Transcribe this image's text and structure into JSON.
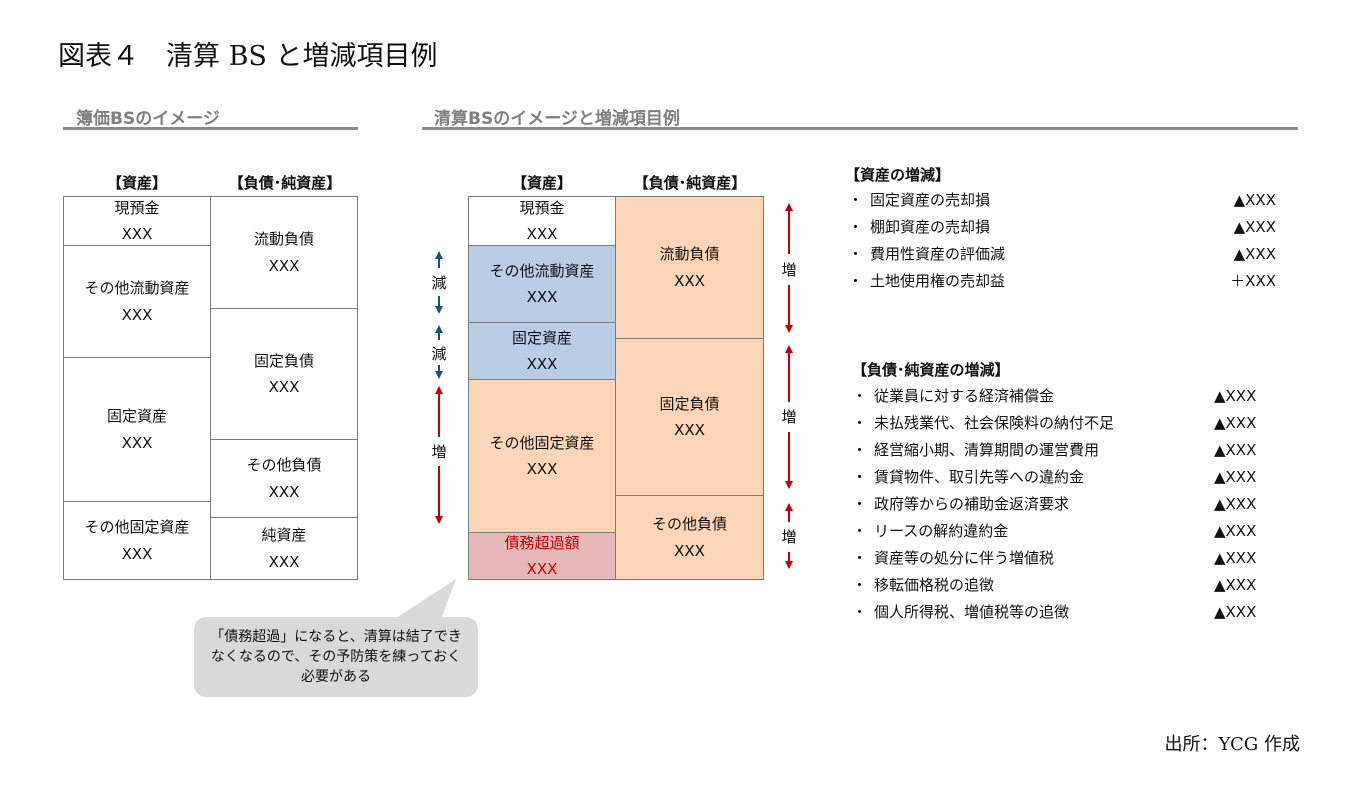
{
  "title": "図表４　清算 BS と増減項目例",
  "left_section": {
    "heading": "簿価BSのイメージ",
    "asset_header": "【資産】",
    "liab_header": "【負債･純資産】",
    "assets": [
      {
        "label": "現預金",
        "value": "XXX"
      },
      {
        "label": "その他流動資産",
        "value": "XXX"
      },
      {
        "label": "固定資産",
        "value": "XXX"
      },
      {
        "label": "その他固定資産",
        "value": "XXX"
      }
    ],
    "liabilities": [
      {
        "label": "流動負債",
        "value": "XXX"
      },
      {
        "label": "固定負債",
        "value": "XXX"
      },
      {
        "label": "その他負債",
        "value": "XXX"
      },
      {
        "label": "純資産",
        "value": "XXX"
      }
    ]
  },
  "middle_section": {
    "heading": "清算BSのイメージと増減項目例",
    "asset_header": "【資産】",
    "liab_header": "【負債･純資産】",
    "assets": [
      {
        "label": "現預金",
        "value": "XXX",
        "color": "#ffffff"
      },
      {
        "label": "その他流動資産",
        "value": "XXX",
        "color": "#b9cde4"
      },
      {
        "label": "固定資産",
        "value": "XXX",
        "color": "#b9cde4"
      },
      {
        "label": "その他固定資産",
        "value": "XXX",
        "color": "#fbd5b5"
      },
      {
        "label": "債務超過額",
        "value": "XXX",
        "color": "#e6b9b8"
      }
    ],
    "liabilities": [
      {
        "label": "流動負債",
        "value": "XXX",
        "color": "#fbd5b5"
      },
      {
        "label": "固定負債",
        "value": "XXX",
        "color": "#fbd5b5"
      },
      {
        "label": "その他負債",
        "value": "XXX",
        "color": "#fbd5b5"
      }
    ],
    "left_arrows": [
      {
        "label": "減",
        "color": "#1f4e79"
      },
      {
        "label": "減",
        "color": "#1f4e79"
      },
      {
        "label": "増",
        "color": "#c00000"
      }
    ],
    "right_arrows": [
      {
        "label": "増",
        "color": "#c00000"
      },
      {
        "label": "増",
        "color": "#c00000"
      },
      {
        "label": "増",
        "color": "#c00000"
      }
    ]
  },
  "callout": "「債務超過」になると、清算は結了できなくなるので、その予防策を練っておく必要がある",
  "asset_changes": {
    "heading": "【資産の増減】",
    "items": [
      {
        "label": "固定資産の売却損",
        "amount": "▲XXX"
      },
      {
        "label": "棚卸資産の売却損",
        "amount": "▲XXX"
      },
      {
        "label": "費用性資産の評価減",
        "amount": "▲XXX"
      },
      {
        "label": "土地使用権の売却益",
        "amount": "＋XXX"
      }
    ]
  },
  "liability_changes": {
    "heading": "【負債･純資産の増減】",
    "items": [
      {
        "label": "従業員に対する経済補償金",
        "amount": "▲XXX"
      },
      {
        "label": "未払残業代、社会保険料の納付不足",
        "amount": "▲XXX"
      },
      {
        "label": "経営縮小期、清算期間の運営費用",
        "amount": "▲XXX"
      },
      {
        "label": "賃貸物件、取引先等への違約金",
        "amount": "▲XXX"
      },
      {
        "label": "政府等からの補助金返済要求",
        "amount": "▲XXX"
      },
      {
        "label": "リースの解約違約金",
        "amount": "▲XXX"
      },
      {
        "label": "資産等の処分に伴う増値税",
        "amount": "▲XXX"
      },
      {
        "label": "移転価格税の追徴",
        "amount": "▲XXX"
      },
      {
        "label": "個人所得税、増値税等の追徴",
        "amount": "▲XXX"
      }
    ]
  },
  "bullet": "・",
  "source": "出所：YCG 作成"
}
